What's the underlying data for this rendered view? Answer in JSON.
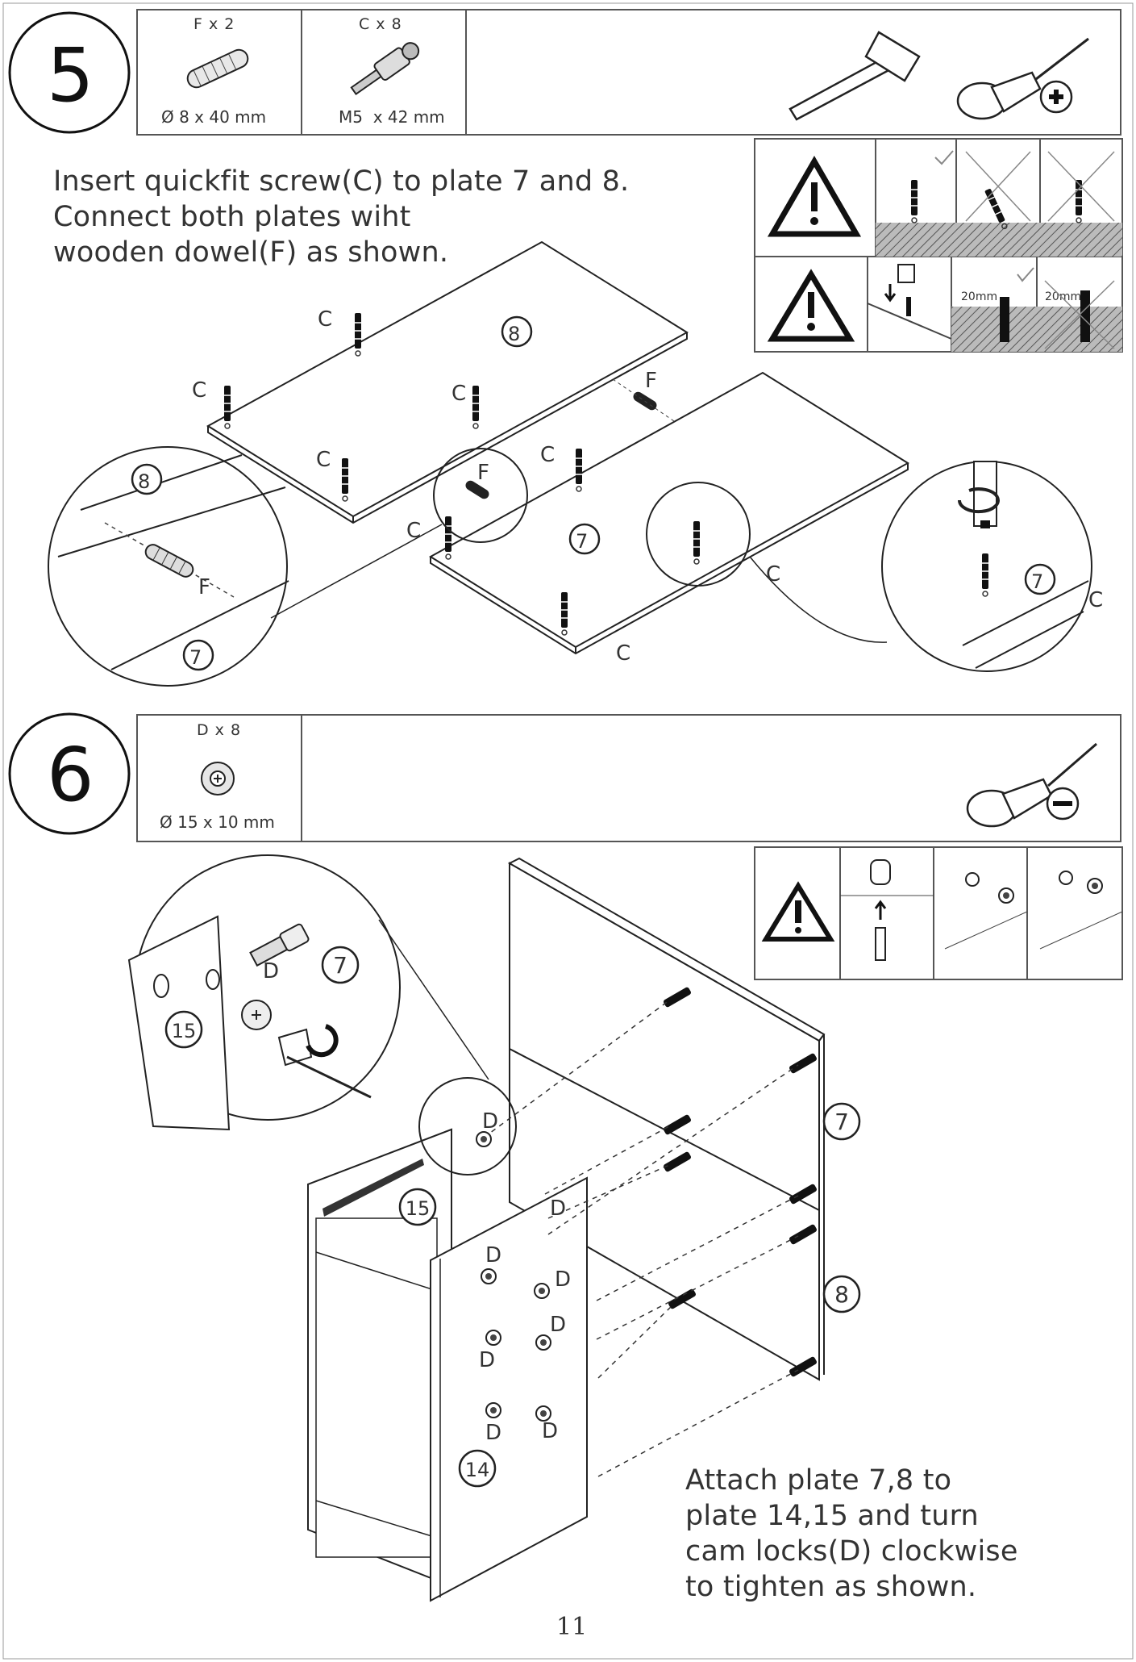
{
  "step5": {
    "number": "5",
    "parts": [
      {
        "label": "F x 2",
        "size": "Ø 8 x 40 mm",
        "icon": "wooden-dowel-icon"
      },
      {
        "label": "C x 8",
        "size": "M5  x 42 mm",
        "icon": "quickfit-screw-icon"
      }
    ],
    "tools": [
      "hammer-icon",
      "phillips-screwdriver-icon"
    ],
    "warning_depths": [
      "20mm",
      "20mm"
    ],
    "instruction_lines": [
      "Insert quickfit screw(C) to plate 7 and 8.",
      "Connect both plates wiht",
      "wooden dowel(F) as shown."
    ],
    "callouts": {
      "screw": "C",
      "dowel": "F",
      "plate_7": "7",
      "plate_8": "8"
    }
  },
  "step6": {
    "number": "6",
    "parts": [
      {
        "label": "D x 8",
        "size": "Ø 15 x 10 mm",
        "icon": "cam-lock-icon"
      }
    ],
    "tools": [
      "flathead-screwdriver-icon"
    ],
    "instruction_lines": [
      "Attach plate 7,8 to",
      "plate 14,15 and turn",
      "cam locks(D) clockwise",
      "to tighten as shown."
    ],
    "callouts": {
      "cam_lock": "D",
      "plate_7": "7",
      "plate_8": "8",
      "plate_14": "14",
      "plate_15": "15"
    }
  },
  "page_number": "11"
}
